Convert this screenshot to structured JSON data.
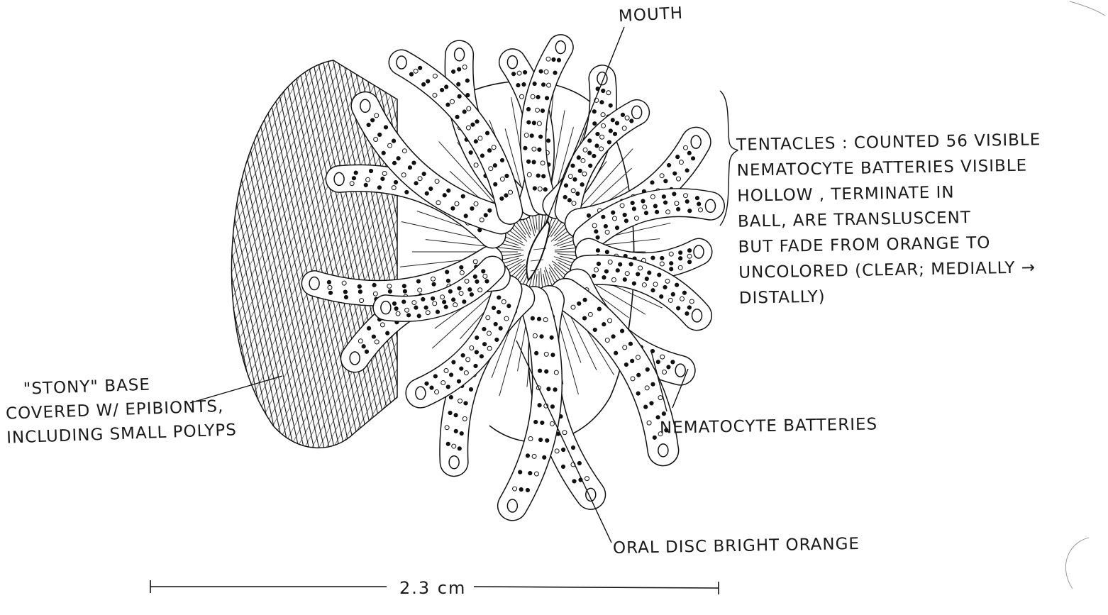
{
  "labels": {
    "mouth": "MOUTH",
    "tentacles": [
      "TENTACLES : COUNTED 56 VISIBLE",
      "NEMATOCYTE BATTERIES VISIBLE",
      "HOLLOW , TERMINATE IN",
      "BALL, ARE TRANSLUSCENT",
      "BUT FADE FROM ORANGE TO",
      "UNCOLORED (CLEAR; MEDIALLY →",
      "DISTALLY)"
    ],
    "base": [
      "\"STONY\" BASE",
      "COVERED W/ EPIBIONTS,",
      "INCLUDING SMALL POLYPS"
    ],
    "nematocyte_batteries": "NEMATOCYTE BATTERIES",
    "oral_disc": "ORAL DISC BRIGHT ORANGE",
    "scale": "2.3 cm"
  },
  "colors": {
    "ink": "#1a1a1a",
    "paper": "#ffffff"
  }
}
